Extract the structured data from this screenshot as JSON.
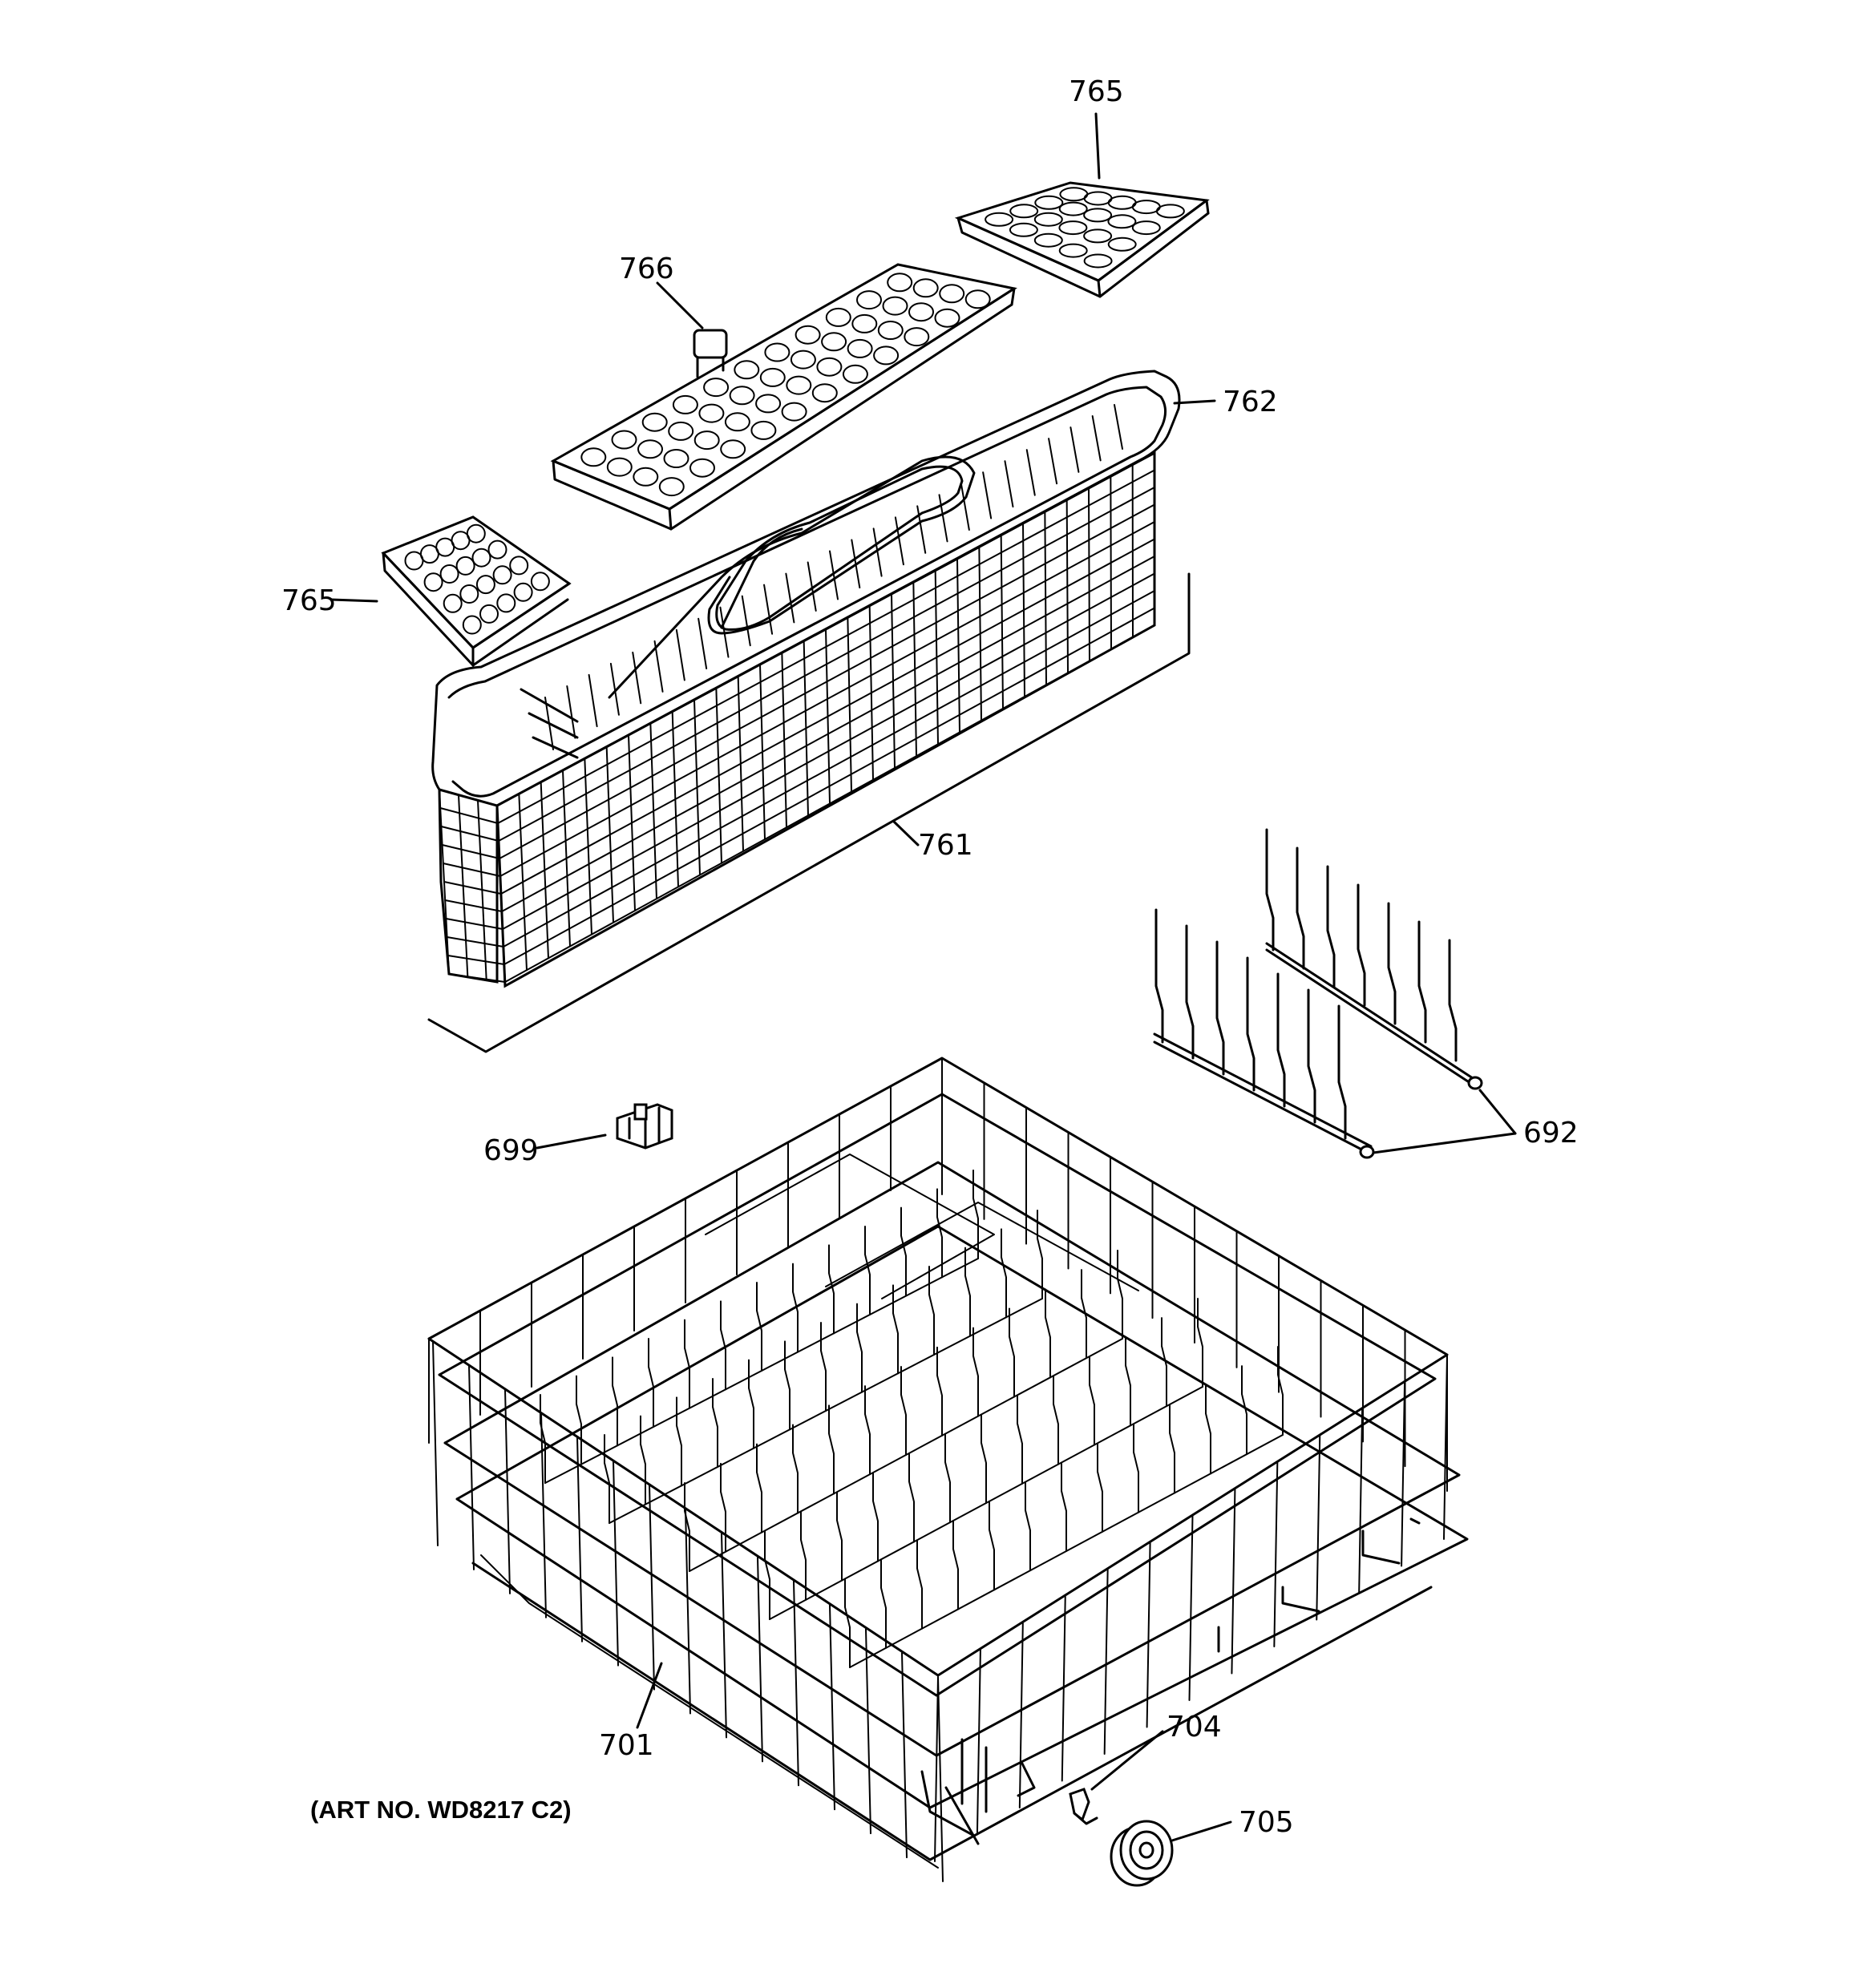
{
  "callouts": {
    "c765_top": "765",
    "c766": "766",
    "c762": "762",
    "c765_left": "765",
    "c761": "761",
    "c692": "692",
    "c699": "699",
    "c701": "701",
    "c704": "704",
    "c705": "705"
  },
  "art_number": "(ART NO. WD8217 C2)"
}
